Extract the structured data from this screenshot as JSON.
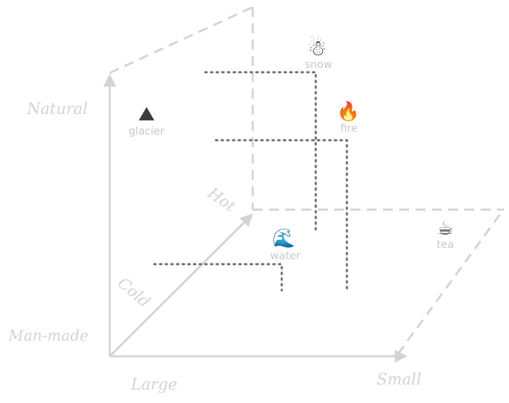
{
  "axes": {
    "natural": "Natural",
    "man_made": "Man-made",
    "large": "Large",
    "small": "Small",
    "hot": "Hot",
    "cold": "Cold"
  },
  "items": {
    "snow": {
      "label": "snow",
      "icon": "snowman-icon",
      "glyph": "☃"
    },
    "fire": {
      "label": "fire",
      "icon": "fire-icon",
      "glyph": "🔥"
    },
    "glacier": {
      "label": "glacier",
      "icon": "mountain-icon",
      "glyph": "⛰"
    },
    "water": {
      "label": "water",
      "icon": "wave-icon",
      "glyph": "🌊"
    },
    "tea": {
      "label": "tea",
      "icon": "teacup-icon",
      "glyph": "☕"
    }
  },
  "colors": {
    "axis": "#d4d4d4",
    "guide": "#6b6e76",
    "label": "#c8c8c8"
  }
}
